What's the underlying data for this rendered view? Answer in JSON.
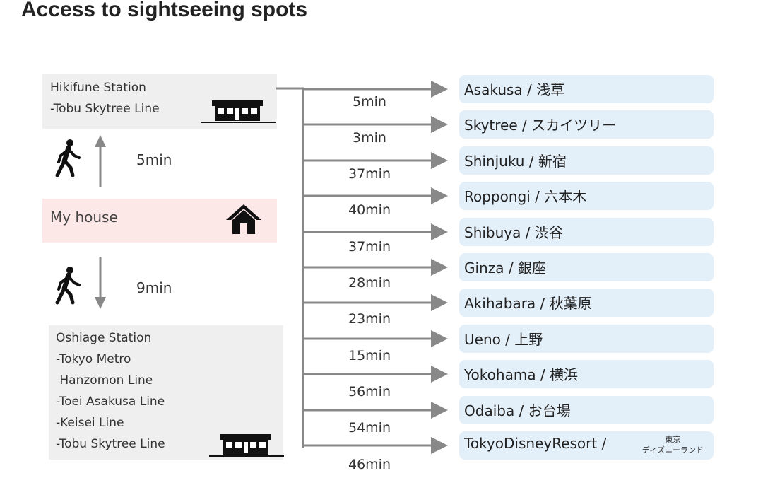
{
  "title": "Access to sightseeing spots",
  "stations": {
    "hikifune": {
      "lines": [
        "Hikifune Station",
        "-Tobu Skytree Line"
      ]
    },
    "oshiage": {
      "lines": [
        "Oshiage Station",
        "-Tokyo Metro",
        " Hanzomon Line",
        "-Toei Asakusa Line",
        "-Keisei Line",
        "-Tobu Skytree Line"
      ]
    }
  },
  "house": {
    "label": "My house"
  },
  "walk": {
    "to_hikifune": "5min",
    "to_oshiage": "9min"
  },
  "destinations": [
    {
      "label": "Asakusa / 浅草",
      "time": "5min"
    },
    {
      "label": "Skytree / スカイツリー",
      "time": "3min"
    },
    {
      "label": "Shinjuku / 新宿",
      "time": "37min"
    },
    {
      "label": "Roppongi / 六本木",
      "time": "40min"
    },
    {
      "label": "Shibuya / 渋谷",
      "time": "37min"
    },
    {
      "label": "Ginza / 銀座",
      "time": "28min"
    },
    {
      "label": "Akihabara / 秋葉原",
      "time": "23min"
    },
    {
      "label": "Ueno / 上野",
      "time": "15min"
    },
    {
      "label": "Yokohama / 横浜",
      "time": "56min"
    },
    {
      "label": "Odaiba / お台場",
      "time": "54min"
    },
    {
      "label": "TokyoDisneyResort /",
      "sub": "東京\nディズニーランド",
      "time": "46min"
    }
  ],
  "colors": {
    "arrow": "#888888",
    "station_box": "#efefef",
    "house_box": "#fde8e8",
    "destination_box": "#e3eff9"
  },
  "icons": [
    "train-icon",
    "walking-person-icon",
    "house-icon",
    "arrow-icon"
  ]
}
